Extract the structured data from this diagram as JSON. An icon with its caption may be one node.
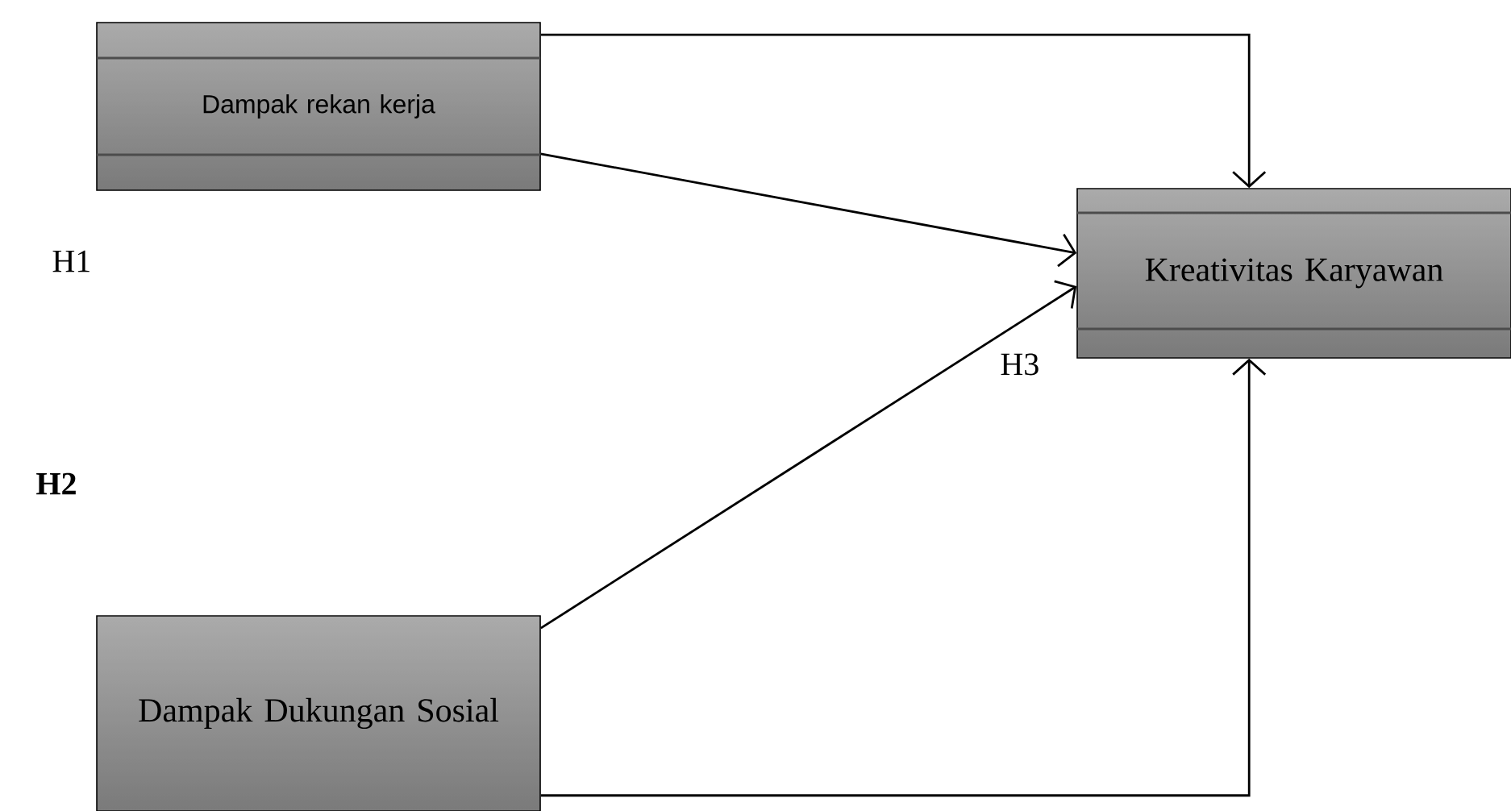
{
  "diagram": {
    "nodes": [
      {
        "text": [
          "Dampak rekan kerja"
        ]
      },
      {
        "text": [
          "Kreativitas Karyawan"
        ]
      },
      {
        "text": [
          "Dampak Dukungan Sosial"
        ]
      }
    ],
    "edges": [
      {
        "from": 0,
        "to": 1,
        "arrow": "to"
      },
      {
        "from": 0,
        "to": 1,
        "arrow": "to"
      },
      {
        "from": 2,
        "to": 1,
        "arrow": "to"
      },
      {
        "from": 2,
        "to": 1,
        "arrow": "to"
      }
    ],
    "labels": [
      "H1",
      "H2",
      "H3"
    ]
  }
}
